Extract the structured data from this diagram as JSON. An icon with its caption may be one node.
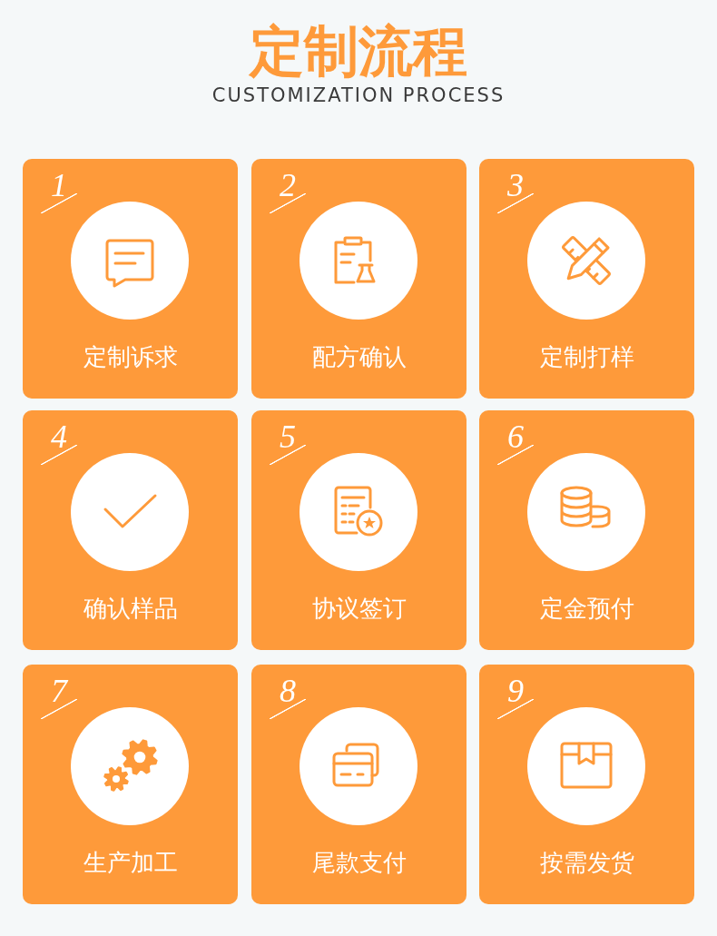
{
  "diagram": {
    "title": "定制流程",
    "nodes": [
      {
        "text": [
          "1",
          "定制诉求"
        ]
      },
      {
        "text": [
          "2",
          "配方确认"
        ]
      },
      {
        "text": [
          "3",
          "定制打样"
        ]
      },
      {
        "text": [
          "4",
          "确认样品"
        ]
      },
      {
        "text": [
          "5",
          "协议签订"
        ]
      },
      {
        "text": [
          "6",
          "定金预付"
        ]
      },
      {
        "text": [
          "7",
          "生产加工"
        ]
      },
      {
        "text": [
          "8",
          "尾款支付"
        ]
      },
      {
        "text": [
          "9",
          "按需发货"
        ]
      }
    ],
    "labels": [
      "CUSTOMIZATION PROCESS"
    ]
  }
}
